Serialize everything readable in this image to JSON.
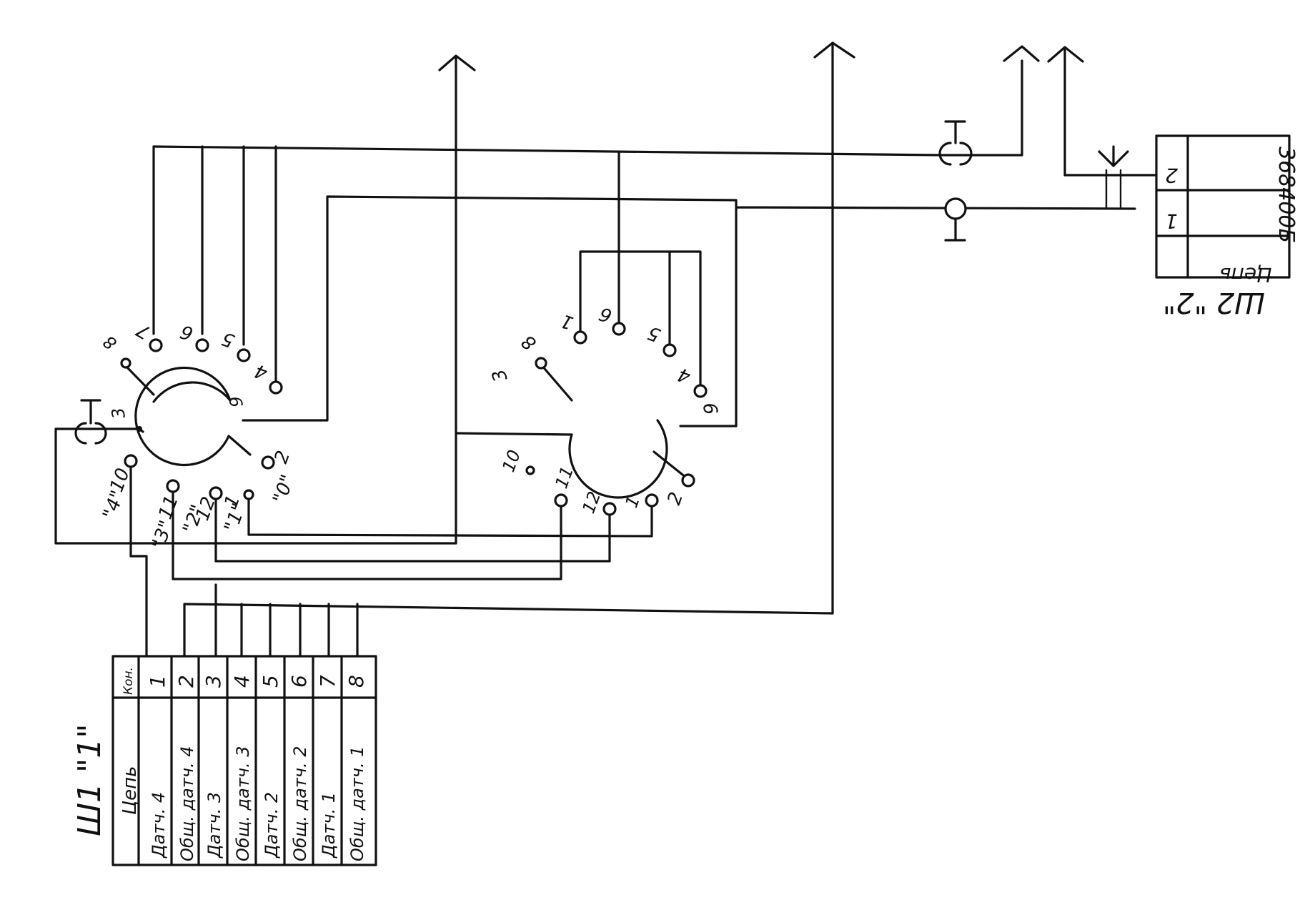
{
  "connector_1": {
    "title": "Ш1 \"1\"",
    "col_header": {
      "pin": "Кон.",
      "circuit": "Цепь"
    },
    "rows": [
      {
        "pin": "1",
        "circuit": "Датч. 4"
      },
      {
        "pin": "2",
        "circuit": "Общ. датч. 4"
      },
      {
        "pin": "3",
        "circuit": "Датч. 3"
      },
      {
        "pin": "4",
        "circuit": "Общ. датч. 3"
      },
      {
        "pin": "5",
        "circuit": "Датч. 2"
      },
      {
        "pin": "6",
        "circuit": "Общ. датч. 2"
      },
      {
        "pin": "7",
        "circuit": "Датч. 1"
      },
      {
        "pin": "8",
        "circuit": "Общ. датч. 1"
      }
    ]
  },
  "connector_2": {
    "title": "Ш2 \"2\"",
    "part_number": "368400Б",
    "col_header": {
      "circuit": "Цепь"
    },
    "rows": [
      {
        "pin": "1"
      },
      {
        "pin": "2"
      }
    ]
  },
  "switch_left": {
    "contacts": [
      "7",
      "6",
      "5",
      "4",
      "8",
      "3",
      "9",
      "2",
      "10",
      "11",
      "12",
      "1"
    ],
    "positions": [
      "\"4\"",
      "\"3\"",
      "\"2\"",
      "\"1\"",
      "\"0\""
    ]
  },
  "switch_right": {
    "contacts": [
      "1",
      "6",
      "5",
      "4",
      "8",
      "3",
      "9",
      "10",
      "11",
      "12",
      "1",
      "2"
    ]
  }
}
